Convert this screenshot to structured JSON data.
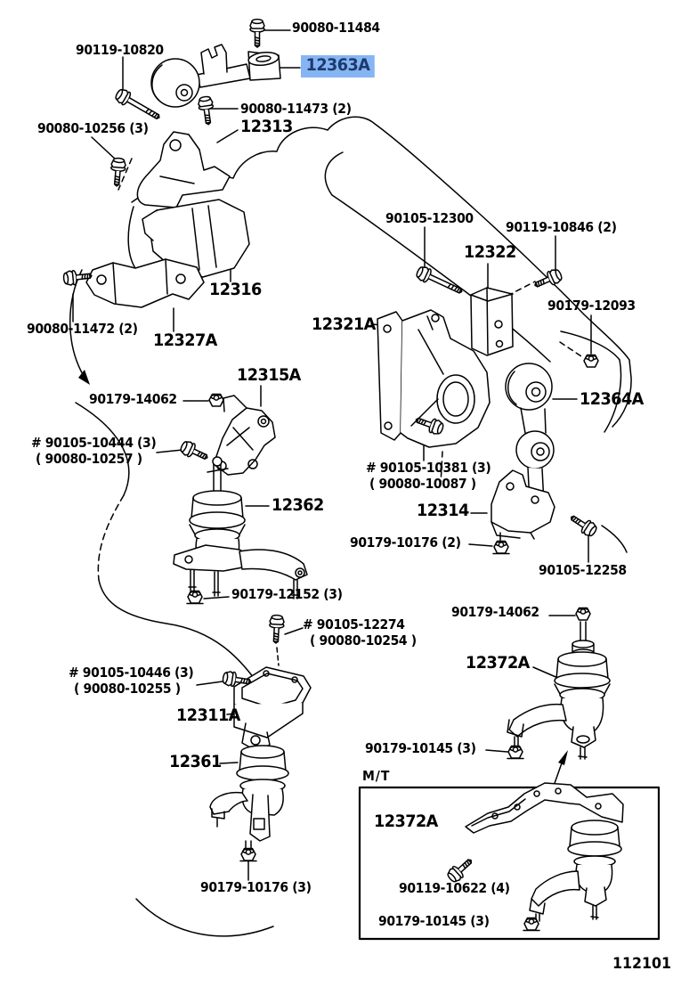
{
  "diagram": {
    "figure_number": "112101",
    "inset_tag": "M/T",
    "selected_part": "12363A",
    "colors": {
      "line": "#000000",
      "background": "#ffffff",
      "highlight_bg": "#85b5f3",
      "highlight_text": "#1d3a6e"
    },
    "labels": [
      {
        "id": "90080-11484",
        "text": "90080-11484"
      },
      {
        "id": "90119-10820",
        "text": "90119-10820"
      },
      {
        "id": "12363A",
        "text": "12363A",
        "highlighted": true
      },
      {
        "id": "90080-11473",
        "text": "90080-11473 (2)"
      },
      {
        "id": "90080-10256",
        "text": "90080-10256 (3)"
      },
      {
        "id": "12313",
        "text": "12313"
      },
      {
        "id": "12316",
        "text": "12316"
      },
      {
        "id": "90080-11472",
        "text": "90080-11472 (2)"
      },
      {
        "id": "12327A",
        "text": "12327A"
      },
      {
        "id": "90105-12300",
        "text": "90105-12300"
      },
      {
        "id": "90119-10846",
        "text": "90119-10846 (2)"
      },
      {
        "id": "12322",
        "text": "12322"
      },
      {
        "id": "90179-12093",
        "text": "90179-12093"
      },
      {
        "id": "12321A",
        "text": "12321A"
      },
      {
        "id": "12364A",
        "text": "12364A"
      },
      {
        "id": "12315A",
        "text": "12315A"
      },
      {
        "id": "90179-14062-left",
        "text": "90179-14062"
      },
      {
        "id": "90105-10444",
        "text": "# 90105-10444 (3)"
      },
      {
        "id": "90080-10257",
        "text": "( 90080-10257 )"
      },
      {
        "id": "12362",
        "text": "12362"
      },
      {
        "id": "90105-10381",
        "text": "# 90105-10381 (3)"
      },
      {
        "id": "90080-10087",
        "text": "( 90080-10087 )"
      },
      {
        "id": "12314",
        "text": "12314"
      },
      {
        "id": "90179-10176-2",
        "text": "90179-10176 (2)"
      },
      {
        "id": "90105-12258",
        "text": "90105-12258"
      },
      {
        "id": "90179-12152",
        "text": "90179-12152 (3)"
      },
      {
        "id": "90105-12274",
        "text": "# 90105-12274"
      },
      {
        "id": "90080-10254",
        "text": "( 90080-10254 )"
      },
      {
        "id": "90105-10446",
        "text": "# 90105-10446 (3)"
      },
      {
        "id": "90080-10255",
        "text": "( 90080-10255 )"
      },
      {
        "id": "12311A",
        "text": "12311A"
      },
      {
        "id": "12361",
        "text": "12361"
      },
      {
        "id": "90179-14062-right",
        "text": "90179-14062"
      },
      {
        "id": "12372A-at",
        "text": "12372A"
      },
      {
        "id": "90179-10145-at",
        "text": "90179-10145 (3)"
      },
      {
        "id": "mt-tag",
        "text": "M/T"
      },
      {
        "id": "12372A-mt",
        "text": "12372A"
      },
      {
        "id": "90119-10622",
        "text": "90119-10622 (4)"
      },
      {
        "id": "90179-10145-mt",
        "text": "90179-10145 (3)"
      },
      {
        "id": "90179-10176-3",
        "text": "90179-10176 (3)"
      },
      {
        "id": "figure-number",
        "text": "112101"
      }
    ]
  }
}
